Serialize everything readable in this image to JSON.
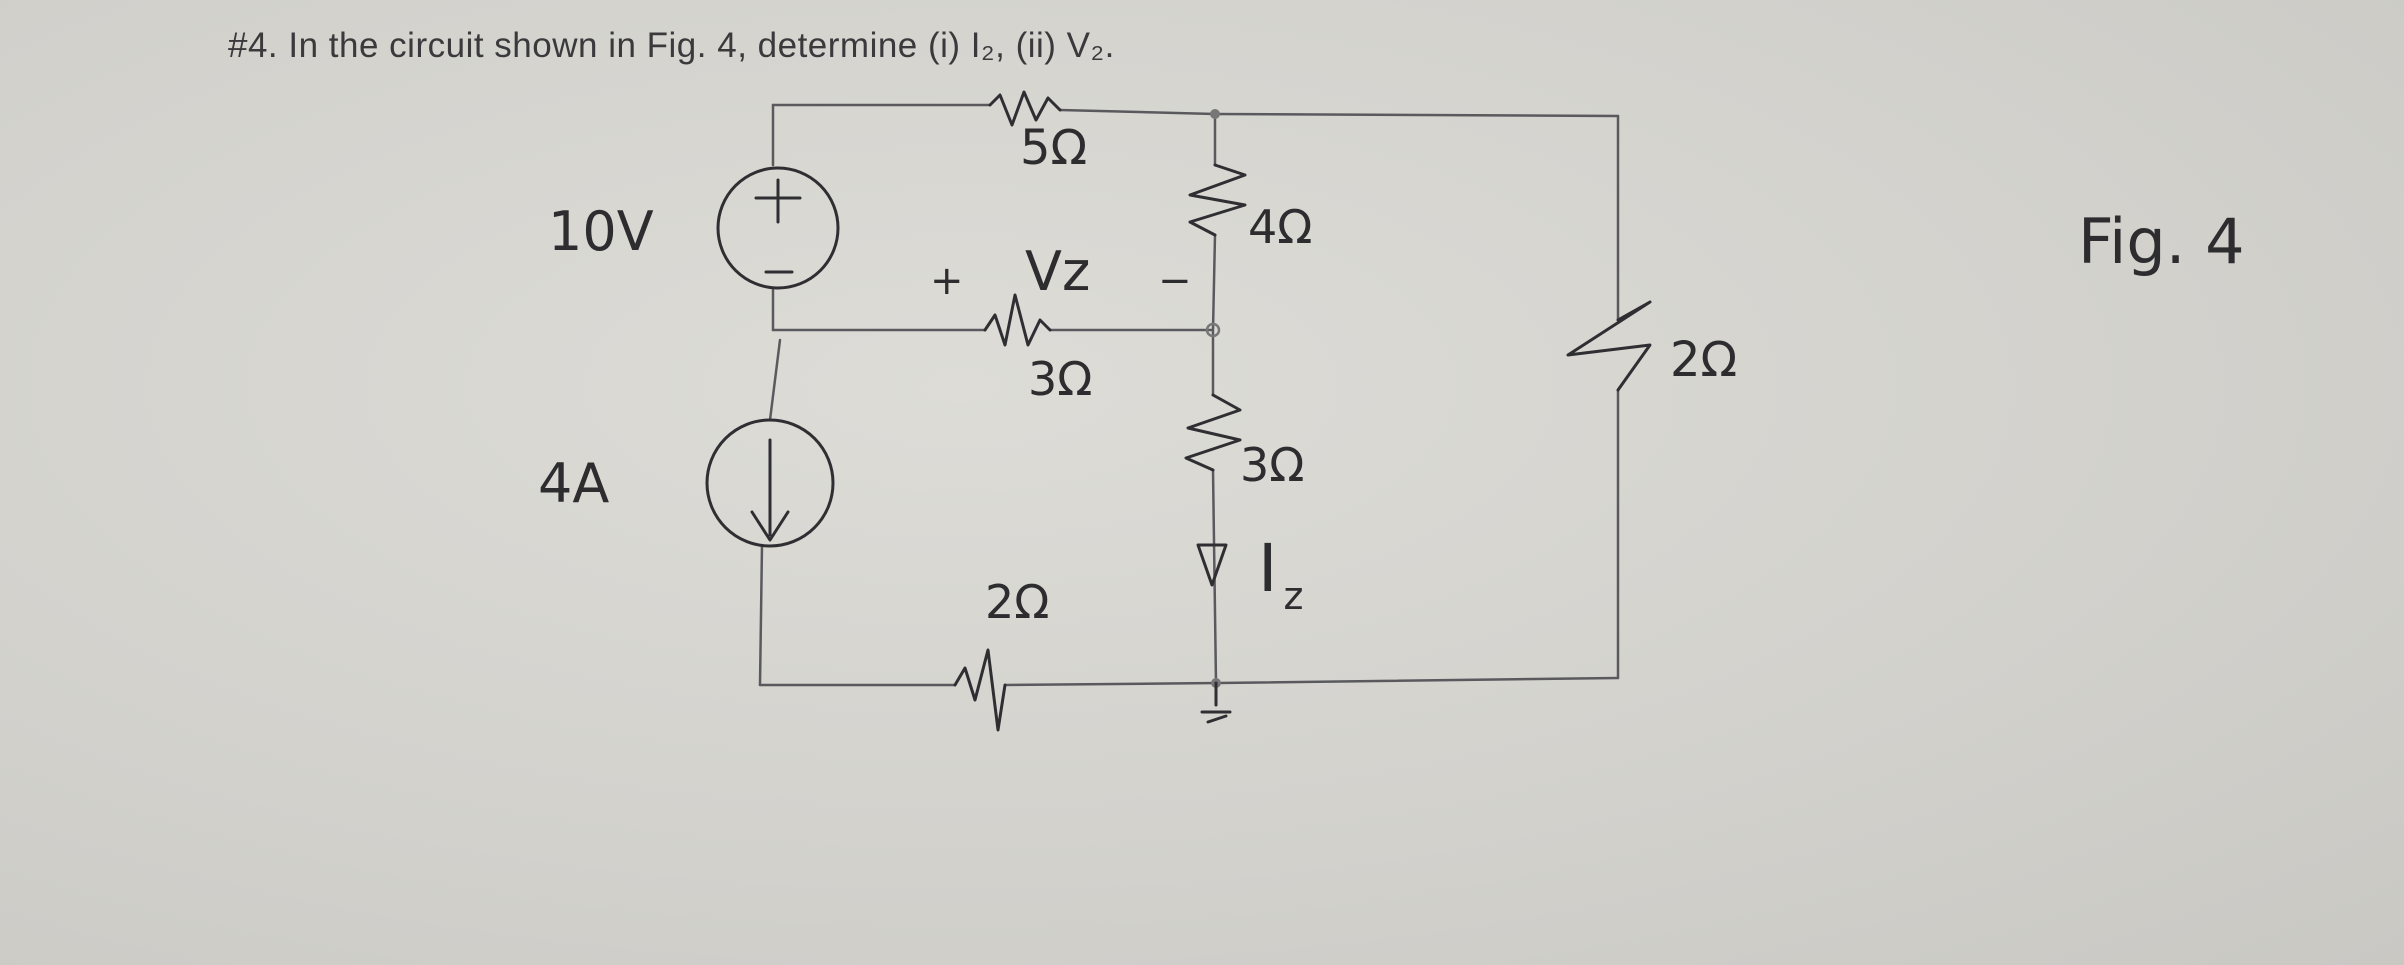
{
  "question": {
    "text": "#4. In the circuit shown in Fig. 4, determine (i) I₂, (ii) V₂."
  },
  "figure_label": "Fig. 4",
  "components": {
    "voltage_source": {
      "label": "10V",
      "plus": "+",
      "minus": "−"
    },
    "current_source": {
      "label": "4A"
    },
    "r_top": {
      "label": "5Ω"
    },
    "r_mid_vertical_top": {
      "label": "4Ω"
    },
    "r_mid_horizontal": {
      "label": "3Ω"
    },
    "r_mid_vertical_bottom": {
      "label": "3Ω"
    },
    "r_bottom": {
      "label": "2Ω"
    },
    "r_right": {
      "label": "2Ω"
    }
  },
  "annotations": {
    "vz_plus": "+",
    "vz_label": "Vz",
    "vz_minus": "−",
    "iz_label": "I",
    "iz_sub": "z"
  }
}
